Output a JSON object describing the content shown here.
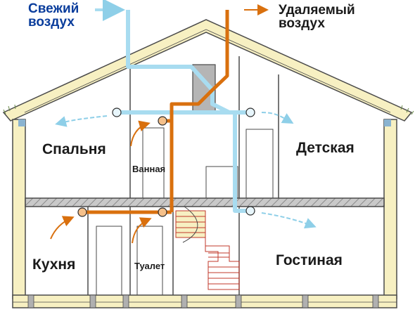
{
  "legend": {
    "fresh_air_line1": "Свежий",
    "fresh_air_line2": "воздух",
    "exhaust_air_line1": "Удаляемый",
    "exhaust_air_line2": "воздух"
  },
  "rooms": {
    "bedroom": "Спальня",
    "bathroom": "Ванная",
    "kids_room": "Детская",
    "kitchen": "Кухня",
    "toilet": "Туалет",
    "living_room": "Гостиная"
  },
  "colors": {
    "fresh_air_duct": "#a8dcf0",
    "exhaust_air_duct": "#d9700e",
    "wall_fill": "#f7f0c2",
    "structure_outline": "#4a4a4a",
    "slab_fill": "#bfbfbf",
    "legend_text": "#0a3d9c"
  }
}
